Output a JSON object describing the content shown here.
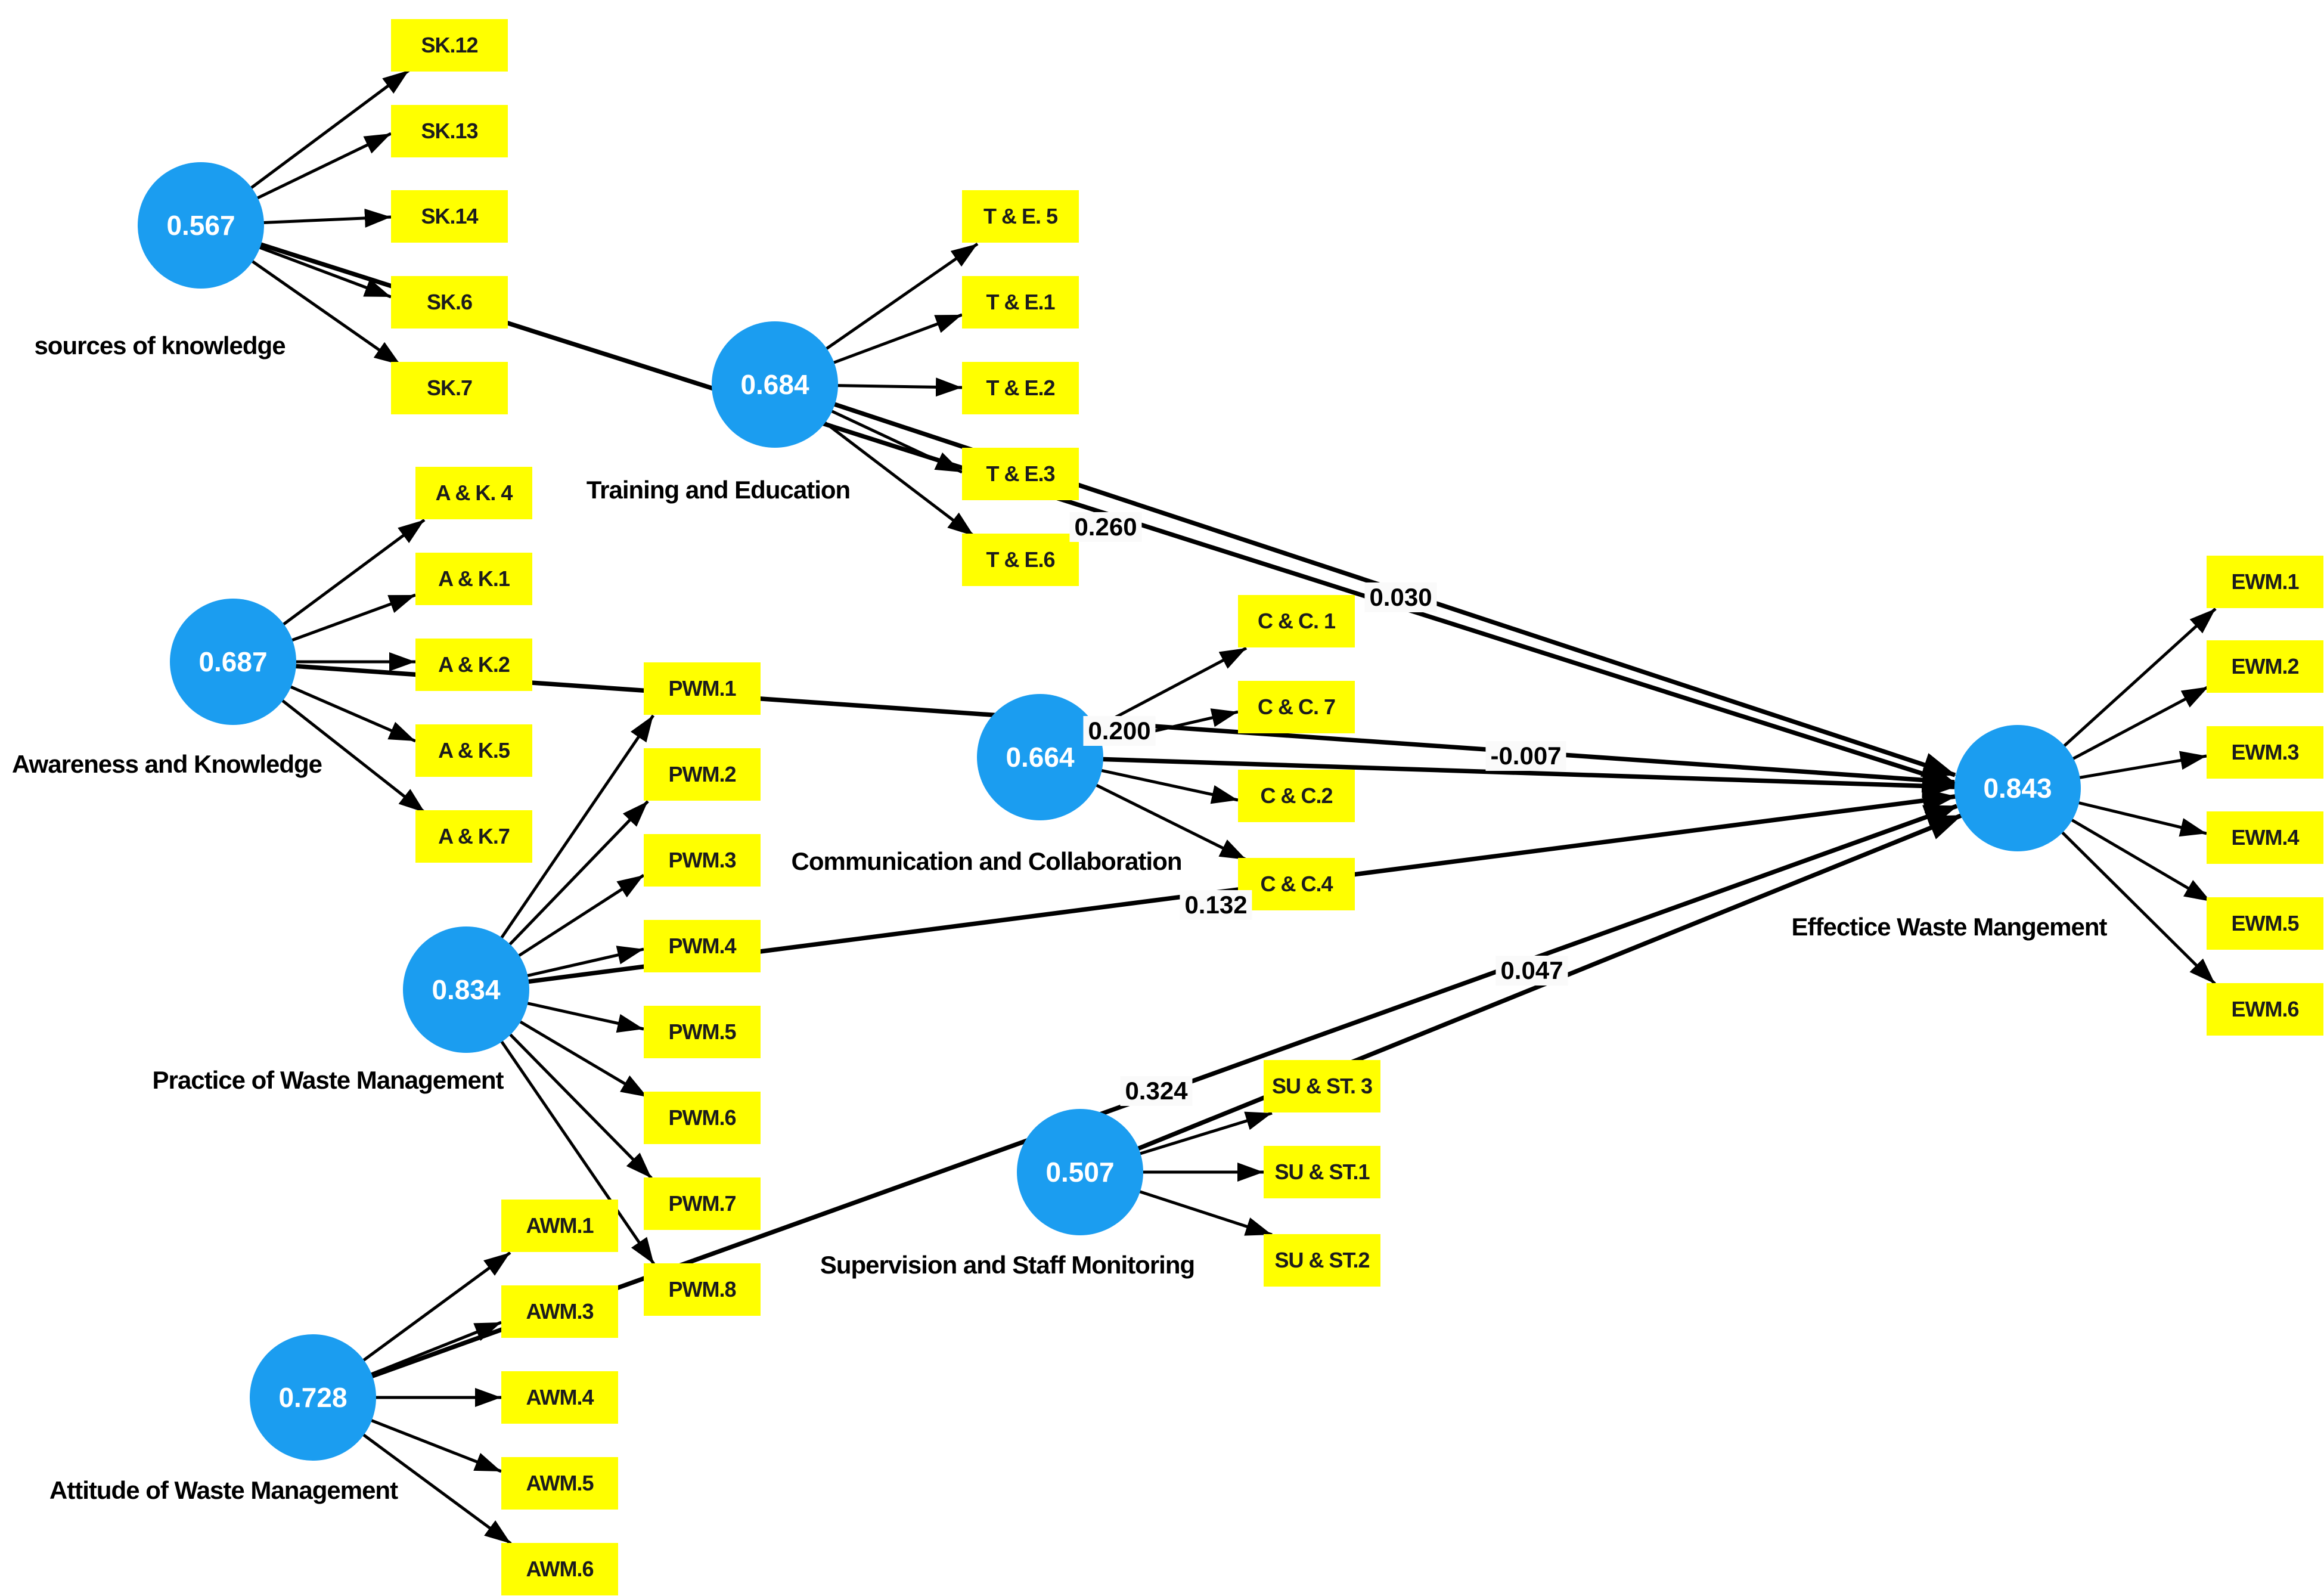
{
  "constructs": {
    "sok": {
      "value": "0.567",
      "label": "sources of knowledge"
    },
    "te": {
      "value": "0.684",
      "label": "Training and Education"
    },
    "ak": {
      "value": "0.687",
      "label": "Awareness and Knowledge"
    },
    "cc": {
      "value": "0.664",
      "label": "Communication and Collaboration"
    },
    "pwm": {
      "value": "0.834",
      "label": "Practice of Waste Management"
    },
    "sust": {
      "value": "0.507",
      "label": "Supervision and Staff Monitoring"
    },
    "awm": {
      "value": "0.728",
      "label": "Attitude of Waste Management"
    },
    "ewm": {
      "value": "0.843",
      "label": "Effectice Waste Mangement"
    }
  },
  "indicators": {
    "sk": [
      "SK.12",
      "SK.13",
      "SK.14",
      "SK.6",
      "SK.7"
    ],
    "te": [
      "T & E. 5",
      "T & E.1",
      "T & E.2",
      "T & E.3",
      "T & E.6"
    ],
    "ak": [
      "A & K. 4",
      "A & K.1",
      "A & K.2",
      "A & K.5",
      "A & K.7"
    ],
    "pwm": [
      "PWM.1",
      "PWM.2",
      "PWM.3",
      "PWM.4",
      "PWM.5",
      "PWM.6",
      "PWM.7",
      "PWM.8"
    ],
    "cc": [
      "C & C. 1",
      "C & C. 7",
      "C & C.2",
      "C & C.4"
    ],
    "sust": [
      "SU & ST. 3",
      "SU & ST.1",
      "SU & ST.2"
    ],
    "awm": [
      "AWM.1",
      "AWM.3",
      "AWM.4",
      "AWM.5",
      "AWM.6"
    ],
    "ewm": [
      "EWM.1",
      "EWM.2",
      "EWM.3",
      "EWM.4",
      "EWM.5",
      "EWM.6"
    ]
  },
  "path_coefficients": {
    "sok_to_ewm": "0.030",
    "te_to_ewm": "0.260",
    "ak_to_ewm": "0.200",
    "cc_to_ewm": "-0.007",
    "pwm_to_ewm": "0.132",
    "sust_to_ewm": "0.047",
    "awm_to_ewm": "0.324"
  },
  "colors": {
    "construct_fill": "#1b9df0",
    "indicator_fill": "#ffff00",
    "line": "#000000",
    "label_bg": "#fafafa"
  }
}
